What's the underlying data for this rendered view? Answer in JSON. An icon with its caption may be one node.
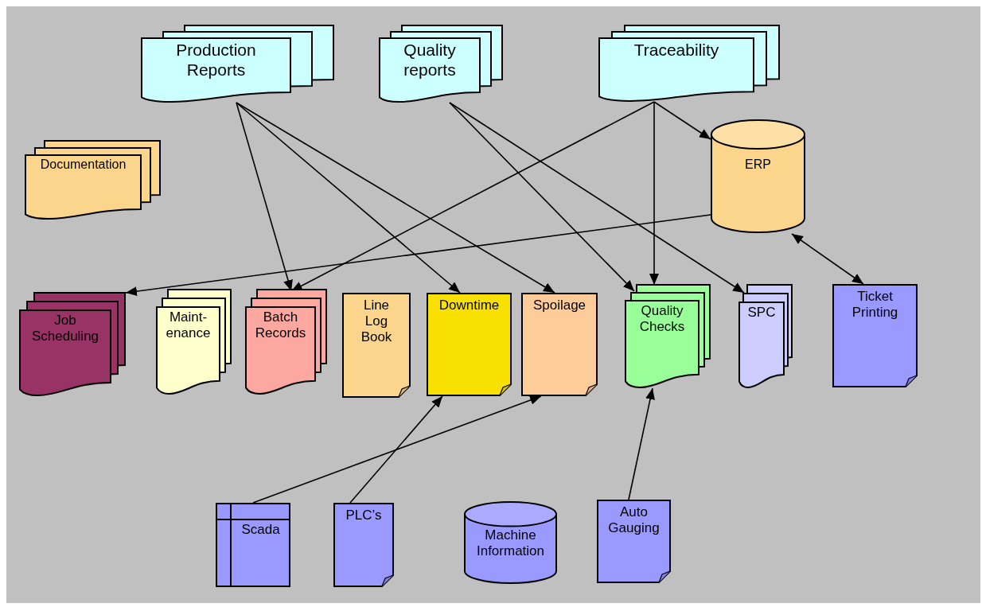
{
  "diagram": {
    "nodes": [
      {
        "text": [
          "Production Reports"
        ]
      },
      {
        "text": [
          "Quality reports"
        ]
      },
      {
        "text": [
          "Traceability"
        ]
      },
      {
        "text": [
          "Documentation"
        ]
      },
      {
        "text": [
          "ERP"
        ]
      },
      {
        "text": [
          "Job Scheduling"
        ]
      },
      {
        "text": [
          "Maint- enance"
        ]
      },
      {
        "text": [
          "Batch Records"
        ]
      },
      {
        "text": [
          "Line Log Book"
        ]
      },
      {
        "text": [
          "Downtime"
        ]
      },
      {
        "text": [
          "Spoilage"
        ]
      },
      {
        "text": [
          "Quality Checks"
        ]
      },
      {
        "text": [
          "SPC"
        ]
      },
      {
        "text": [
          "Ticket Printing"
        ]
      },
      {
        "text": [
          "Scada"
        ]
      },
      {
        "text": [
          "PLC’s"
        ]
      },
      {
        "text": [
          "Machine Information"
        ]
      },
      {
        "text": [
          "Auto Gauging"
        ]
      }
    ],
    "edges": [
      {
        "from": 0,
        "to": 7,
        "arrow": "to"
      },
      {
        "from": 0,
        "to": 9,
        "arrow": "to"
      },
      {
        "from": 0,
        "to": 10,
        "arrow": "to"
      },
      {
        "from": 1,
        "to": 11,
        "arrow": "to"
      },
      {
        "from": 1,
        "to": 12,
        "arrow": "to"
      },
      {
        "from": 2,
        "to": 7,
        "arrow": "to"
      },
      {
        "from": 2,
        "to": 11,
        "arrow": "to"
      },
      {
        "from": 2,
        "to": 4,
        "arrow": "to"
      },
      {
        "from": 4,
        "to": 5,
        "arrow": "to"
      },
      {
        "from": 4,
        "to": 13,
        "arrow": "both"
      },
      {
        "from": 14,
        "to": 10,
        "arrow": "to"
      },
      {
        "from": 15,
        "to": 9,
        "arrow": "to"
      },
      {
        "from": 17,
        "to": 11,
        "arrow": "to"
      }
    ]
  }
}
